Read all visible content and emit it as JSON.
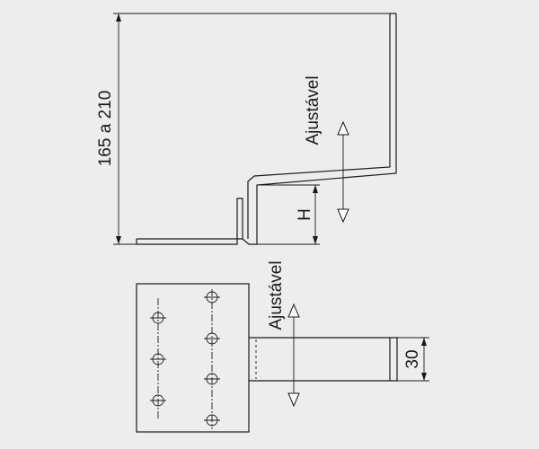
{
  "labels": {
    "height_dimension": "165 a 210",
    "h_dimension": "H",
    "adjustable_side": "Ajustável",
    "adjustable_plan": "Ajustável",
    "width_dimension": "30"
  },
  "colors": {
    "background": "#ededed",
    "line": "#1a1a1a",
    "fill": "#ffffff"
  }
}
